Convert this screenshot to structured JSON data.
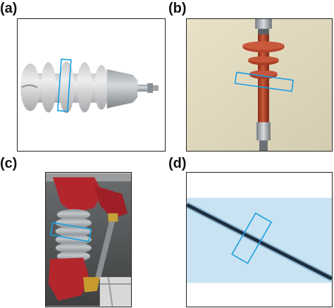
{
  "panels": [
    {
      "id": "a",
      "label": "(a)"
    },
    {
      "id": "b",
      "label": "(b)"
    },
    {
      "id": "c",
      "label": "(c)"
    },
    {
      "id": "d",
      "label": "(d)"
    }
  ],
  "colors": {
    "highlight_box": "#1a9fe0",
    "porcelain": "#d9d9dc",
    "composite_housing": "#b4442a",
    "fuse_red": "#b3262c",
    "wire": "#1e2f3f",
    "fluid_background": "#c9e3f2"
  }
}
